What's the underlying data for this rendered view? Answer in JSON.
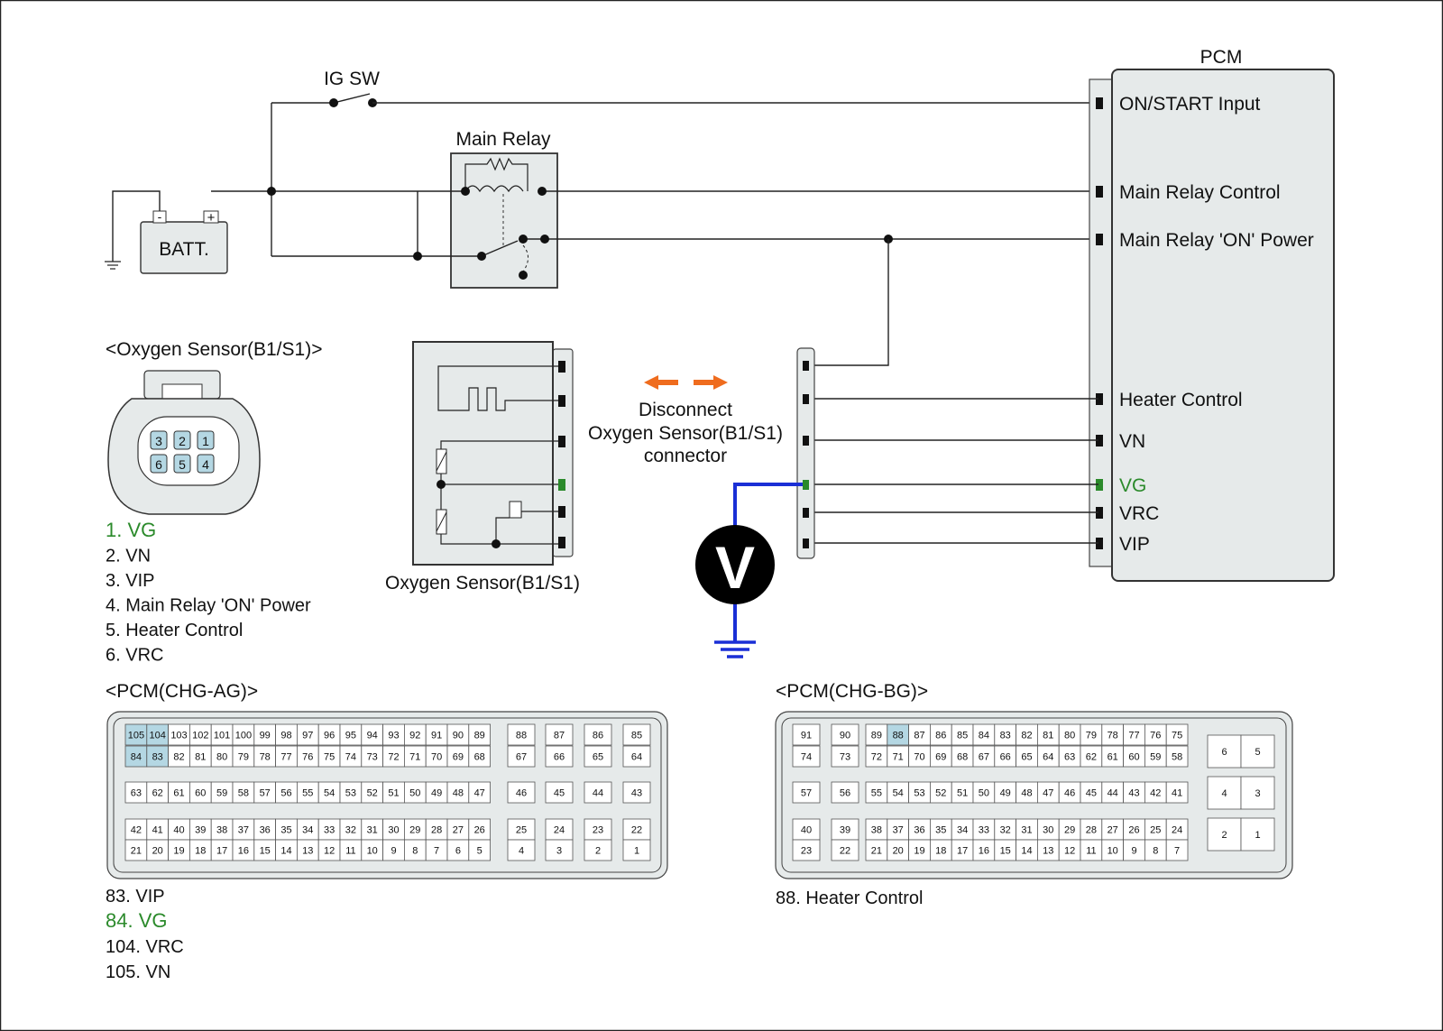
{
  "switch": {
    "label": "IG SW"
  },
  "battery": {
    "label": "BATT.",
    "minus": "-",
    "plus": "+"
  },
  "relay": {
    "label": "Main Relay"
  },
  "pcm": {
    "label": "PCM",
    "pins": [
      "ON/START Input",
      "Main Relay Control",
      "Main Relay 'ON' Power",
      "Heater Control",
      "VN",
      "VG",
      "VRC",
      "VIP"
    ]
  },
  "sensor": {
    "title": "<Oxygen Sensor(B1/S1)>",
    "label": "Oxygen Sensor(B1/S1)"
  },
  "connector_face": {
    "numbers": [
      "3",
      "2",
      "1",
      "6",
      "5",
      "4"
    ]
  },
  "disconnect_note": [
    "Disconnect",
    "Oxygen Sensor(B1/S1)",
    "connector"
  ],
  "voltmeter": {
    "symbol": "V"
  },
  "sensor_pins": [
    "1. VG",
    "2. VN",
    "3. VIP",
    "4. Main Relay 'ON' Power",
    "5. Heater Control",
    "6. VRC"
  ],
  "pcm_ag": {
    "title": "<PCM(CHG-AG)>",
    "row1": [
      "105",
      "104",
      "103",
      "102",
      "101",
      "100",
      "99",
      "98",
      "97",
      "96",
      "95",
      "94",
      "93",
      "92",
      "91",
      "90",
      "89"
    ],
    "row2": [
      "84",
      "83",
      "82",
      "81",
      "80",
      "79",
      "78",
      "77",
      "76",
      "75",
      "74",
      "73",
      "72",
      "71",
      "70",
      "69",
      "68"
    ],
    "col_top": [
      "88",
      "87",
      "86",
      "85"
    ],
    "col_bot": [
      "67",
      "66",
      "65",
      "64"
    ],
    "mid_row": [
      "63",
      "62",
      "61",
      "60",
      "59",
      "58",
      "57",
      "56",
      "55",
      "54",
      "53",
      "52",
      "51",
      "50",
      "49",
      "48",
      "47"
    ],
    "mid_col": [
      "46",
      "45",
      "44",
      "43"
    ],
    "row3": [
      "42",
      "41",
      "40",
      "39",
      "38",
      "37",
      "36",
      "35",
      "34",
      "33",
      "32",
      "31",
      "30",
      "29",
      "28",
      "27",
      "26"
    ],
    "row4": [
      "21",
      "20",
      "19",
      "18",
      "17",
      "16",
      "15",
      "14",
      "13",
      "12",
      "11",
      "10",
      "9",
      "8",
      "7",
      "6",
      "5"
    ],
    "bot_col_top": [
      "25",
      "24",
      "23",
      "22"
    ],
    "bot_col_bot": [
      "4",
      "3",
      "2",
      "1"
    ],
    "highlighted": [
      "105",
      "104",
      "84",
      "83"
    ],
    "pin_notes": [
      "83. VIP",
      "84. VG",
      "104. VRC",
      "105. VN"
    ]
  },
  "pcm_bg": {
    "title": "<PCM(CHG-BG)>",
    "row1_left": [
      "91",
      "90"
    ],
    "row2_left": [
      "74",
      "73"
    ],
    "row1": [
      "89",
      "88",
      "87",
      "86",
      "85",
      "84",
      "83",
      "82",
      "81",
      "80",
      "79",
      "78",
      "77",
      "76",
      "75"
    ],
    "row2": [
      "72",
      "71",
      "70",
      "69",
      "68",
      "67",
      "66",
      "65",
      "64",
      "63",
      "62",
      "61",
      "60",
      "59",
      "58"
    ],
    "mid_left": [
      "57",
      "56"
    ],
    "mid_row": [
      "55",
      "54",
      "53",
      "52",
      "51",
      "50",
      "49",
      "48",
      "47",
      "46",
      "45",
      "44",
      "43",
      "42",
      "41"
    ],
    "row3_left": [
      "40",
      "39"
    ],
    "row4_left": [
      "23",
      "22"
    ],
    "row3": [
      "38",
      "37",
      "36",
      "35",
      "34",
      "33",
      "32",
      "31",
      "30",
      "29",
      "28",
      "27",
      "26",
      "25",
      "24"
    ],
    "row4": [
      "21",
      "20",
      "19",
      "18",
      "17",
      "16",
      "15",
      "14",
      "13",
      "12",
      "11",
      "10",
      "9",
      "8",
      "7"
    ],
    "big": [
      [
        "6",
        "5"
      ],
      [
        "4",
        "3"
      ],
      [
        "2",
        "1"
      ]
    ],
    "highlighted": [
      "88"
    ],
    "pin_notes": [
      "88. Heater Control"
    ]
  },
  "colors": {
    "vg": "#2b8a2b",
    "probe": "#1a2fd6",
    "arrow": "#ef6c1e",
    "highlight": "#b4d7e3",
    "box": "#e6eaea"
  }
}
